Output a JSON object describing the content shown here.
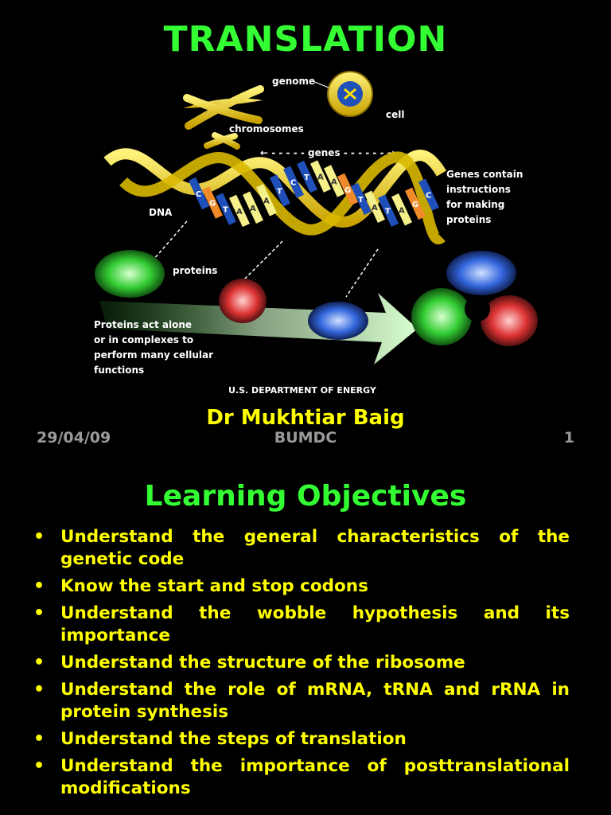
{
  "slide1": {
    "title": "TRANSLATION",
    "figure": {
      "labels": {
        "genome": "genome",
        "cell": "cell",
        "chromosomes": "chromosomes",
        "genes": "genes",
        "dna": "DNA",
        "proteins": "proteins",
        "genes_note": [
          "Genes contain",
          "instructions",
          "for making",
          "proteins"
        ],
        "proteins_note": [
          "Proteins act alone",
          "or in complexes to",
          "perform many cellular",
          "functions"
        ],
        "credit": "U.S. DEPARTMENT OF ENERGY"
      },
      "bases": [
        "C",
        "G",
        "T",
        "A",
        "A",
        "A",
        "T",
        "C",
        "T",
        "A",
        "A",
        "G",
        "T",
        "A",
        "T",
        "A",
        "G",
        "C"
      ]
    },
    "author": "Dr Mukhtiar Baig",
    "footer": {
      "date": "29/04/09",
      "center": "BUMDC",
      "page": "1"
    }
  },
  "slide2": {
    "title": "Learning Objectives",
    "objectives": [
      "Understand the general characteristics of the genetic code",
      "Know the start and stop codons",
      "Understand the wobble hypothesis and its importance",
      "Understand the structure of the ribosome",
      "Understand the role of mRNA, tRNA and rRNA  in protein synthesis",
      "Understand the steps of translation",
      "Understand the importance of posttranslational modifications"
    ],
    "bullet_char": "•"
  },
  "colors": {
    "title": "#33ff33",
    "text": "#ffff00",
    "footer": "#9a9a9a",
    "background": "#000000"
  }
}
